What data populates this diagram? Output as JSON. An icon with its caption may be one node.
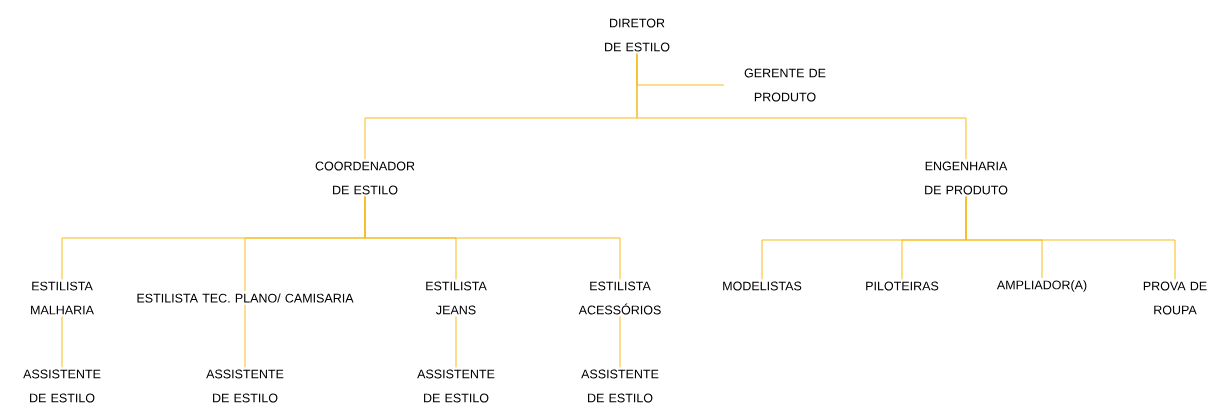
{
  "diagram": {
    "nodes": [
      {
        "text": [
          "DIRETOR DE ESTILO"
        ]
      },
      {
        "text": [
          "GERENTE DE PRODUTO"
        ]
      },
      {
        "text": [
          "COORDENADOR DE ESTILO"
        ]
      },
      {
        "text": [
          "ENGENHARIA DE PRODUTO"
        ]
      },
      {
        "text": [
          "ESTILISTA MALHARIA"
        ]
      },
      {
        "text": [
          "ESTILISTA TEC. PLANO/ CAMISARIA"
        ]
      },
      {
        "text": [
          "ESTILISTA JEANS"
        ]
      },
      {
        "text": [
          "ESTILISTA ACESSÓRIOS"
        ]
      },
      {
        "text": [
          "MODELISTAS"
        ]
      },
      {
        "text": [
          "PILOTEIRAS"
        ]
      },
      {
        "text": [
          "AMPLIADOR(A)"
        ]
      },
      {
        "text": [
          "PROVA DE ROUPA"
        ]
      },
      {
        "text": [
          "ASSISTENTE DE ESTILO"
        ]
      },
      {
        "text": [
          "ASSISTENTE DE ESTILO"
        ]
      },
      {
        "text": [
          "ASSISTENTE DE ESTILO"
        ]
      },
      {
        "text": [
          "ASSISTENTE DE ESTILO"
        ]
      }
    ],
    "edges": [
      {
        "from": 0,
        "to": 1,
        "arrow": "none"
      },
      {
        "from": 0,
        "to": 2,
        "arrow": "none"
      },
      {
        "from": 0,
        "to": 3,
        "arrow": "none"
      },
      {
        "from": 2,
        "to": 4,
        "arrow": "none"
      },
      {
        "from": 2,
        "to": 5,
        "arrow": "none"
      },
      {
        "from": 2,
        "to": 6,
        "arrow": "none"
      },
      {
        "from": 2,
        "to": 7,
        "arrow": "none"
      },
      {
        "from": 3,
        "to": 8,
        "arrow": "none"
      },
      {
        "from": 3,
        "to": 9,
        "arrow": "none"
      },
      {
        "from": 3,
        "to": 10,
        "arrow": "none"
      },
      {
        "from": 3,
        "to": 11,
        "arrow": "none"
      },
      {
        "from": 4,
        "to": 12,
        "arrow": "none"
      },
      {
        "from": 5,
        "to": 13,
        "arrow": "none"
      },
      {
        "from": 6,
        "to": 14,
        "arrow": "none"
      },
      {
        "from": 7,
        "to": 15,
        "arrow": "none"
      }
    ]
  }
}
